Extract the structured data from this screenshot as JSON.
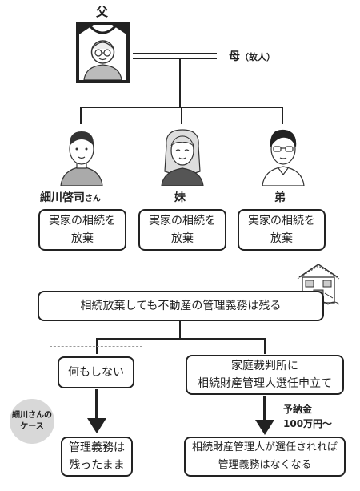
{
  "father": {
    "label": "父"
  },
  "mother": {
    "label": "母",
    "note": "（故人）"
  },
  "children": [
    {
      "name": "細川啓司",
      "honorific": "さん",
      "decision_line1": "実家の相続を",
      "decision_line2": "放棄"
    },
    {
      "name": "妹",
      "decision_line1": "実家の相続を",
      "decision_line2": "放棄"
    },
    {
      "name": "弟",
      "decision_line1": "実家の相続を",
      "decision_line2": "放棄"
    }
  ],
  "main_statement": "相続放棄しても不動産の管理義務は残る",
  "case_label_line1": "細川さんの",
  "case_label_line2": "ケース",
  "left_branch": {
    "action": "何もしない",
    "result_line1": "管理義務は",
    "result_line2": "残ったまま"
  },
  "right_branch": {
    "action_line1": "家庭裁判所に",
    "action_line2": "相続財産管理人選任申立て",
    "deposit_label": "予納金",
    "deposit_amount": "100万円〜",
    "result_line1": "相続財産管理人が選任されれば",
    "result_line2": "管理義務はなくなる"
  }
}
